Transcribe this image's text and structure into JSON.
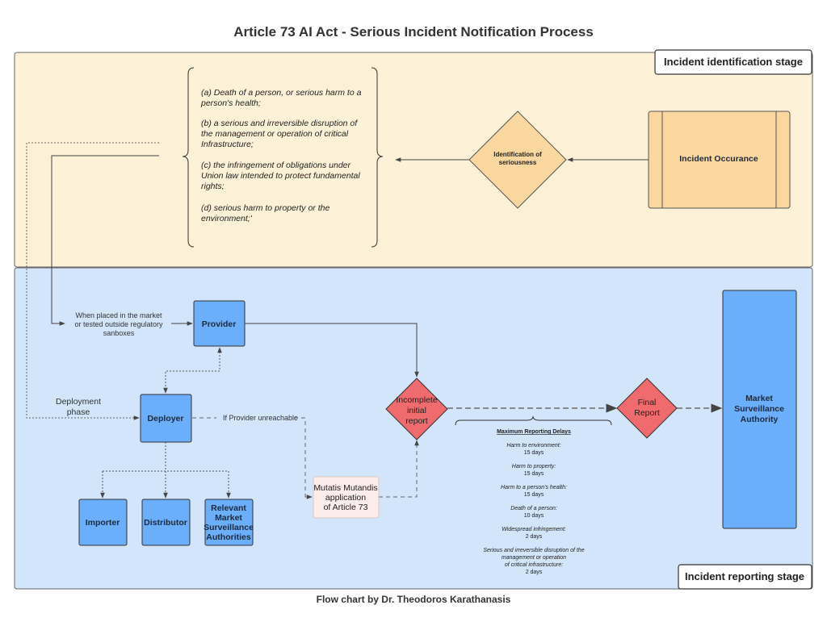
{
  "title": "Article 73 AI Act - Serious Incident Notification Process",
  "footer": "Flow chart by Dr. Theodoros Karathanasis",
  "stages": {
    "identification": "Incident identification stage",
    "reporting": "Incident reporting stage"
  },
  "criteria": {
    "a": [
      "(a) Death of a person, or serious harm to a",
      "person's health;"
    ],
    "b": [
      "(b) a serious and irreversible disruption of",
      "the management or operation of critical",
      "Infrastructure;"
    ],
    "c": [
      "(c) the infringement of obligations under",
      "Union law intended to protect fundamental",
      "rights;"
    ],
    "d": [
      "(d) serious harm to property or the",
      "environment;'"
    ]
  },
  "nodes": {
    "incident_occurance": "Incident Occurance",
    "identification": [
      "Identification of",
      "seriousness"
    ],
    "provider": "Provider",
    "deployer": "Deployer",
    "importer": "Importer",
    "distributor": "Distributor",
    "relevant_msa": [
      "Relevant",
      "Market",
      "Surveillance",
      "Authorities"
    ],
    "incomplete_report": [
      "Incomplete",
      "initial",
      "report"
    ],
    "final_report": [
      "Final",
      "Report"
    ],
    "msa": [
      "Market",
      "Surveillance",
      "Authority"
    ],
    "mutatis": [
      "Mutatis Mutandis",
      "application",
      "of Article 73"
    ]
  },
  "labels": {
    "placed_market": [
      "When placed in the market",
      "or tested outside regulatory",
      "sanboxes"
    ],
    "deployment_phase": [
      "Deployment",
      "phase"
    ],
    "if_provider_unreachable": "If Provider unreachable"
  },
  "delays": {
    "heading": "Maximum Reporting Delays",
    "items": [
      {
        "label": [
          "Harm to environment:"
        ],
        "value": "15 days"
      },
      {
        "label": [
          "Harm to property:"
        ],
        "value": "15 days"
      },
      {
        "label": [
          "Harm to a person's health:"
        ],
        "value": "15 days"
      },
      {
        "label": [
          "Death of a person:"
        ],
        "value": "10 days"
      },
      {
        "label": [
          "Widespread infringement:"
        ],
        "value": "2 days"
      },
      {
        "label": [
          "Serious and irreversible disruption of the",
          "management or operation",
          "of critical infrastructure:"
        ],
        "value": "2 days"
      }
    ]
  },
  "colors": {
    "identification_bg": "#fdf1d7",
    "reporting_bg": "#d2e5fb",
    "orange_node": "#fbd7a0",
    "blue_node": "#6aaefc",
    "red_diamond": "#ef6b6e",
    "mutatis_bg": "#fcecea"
  }
}
